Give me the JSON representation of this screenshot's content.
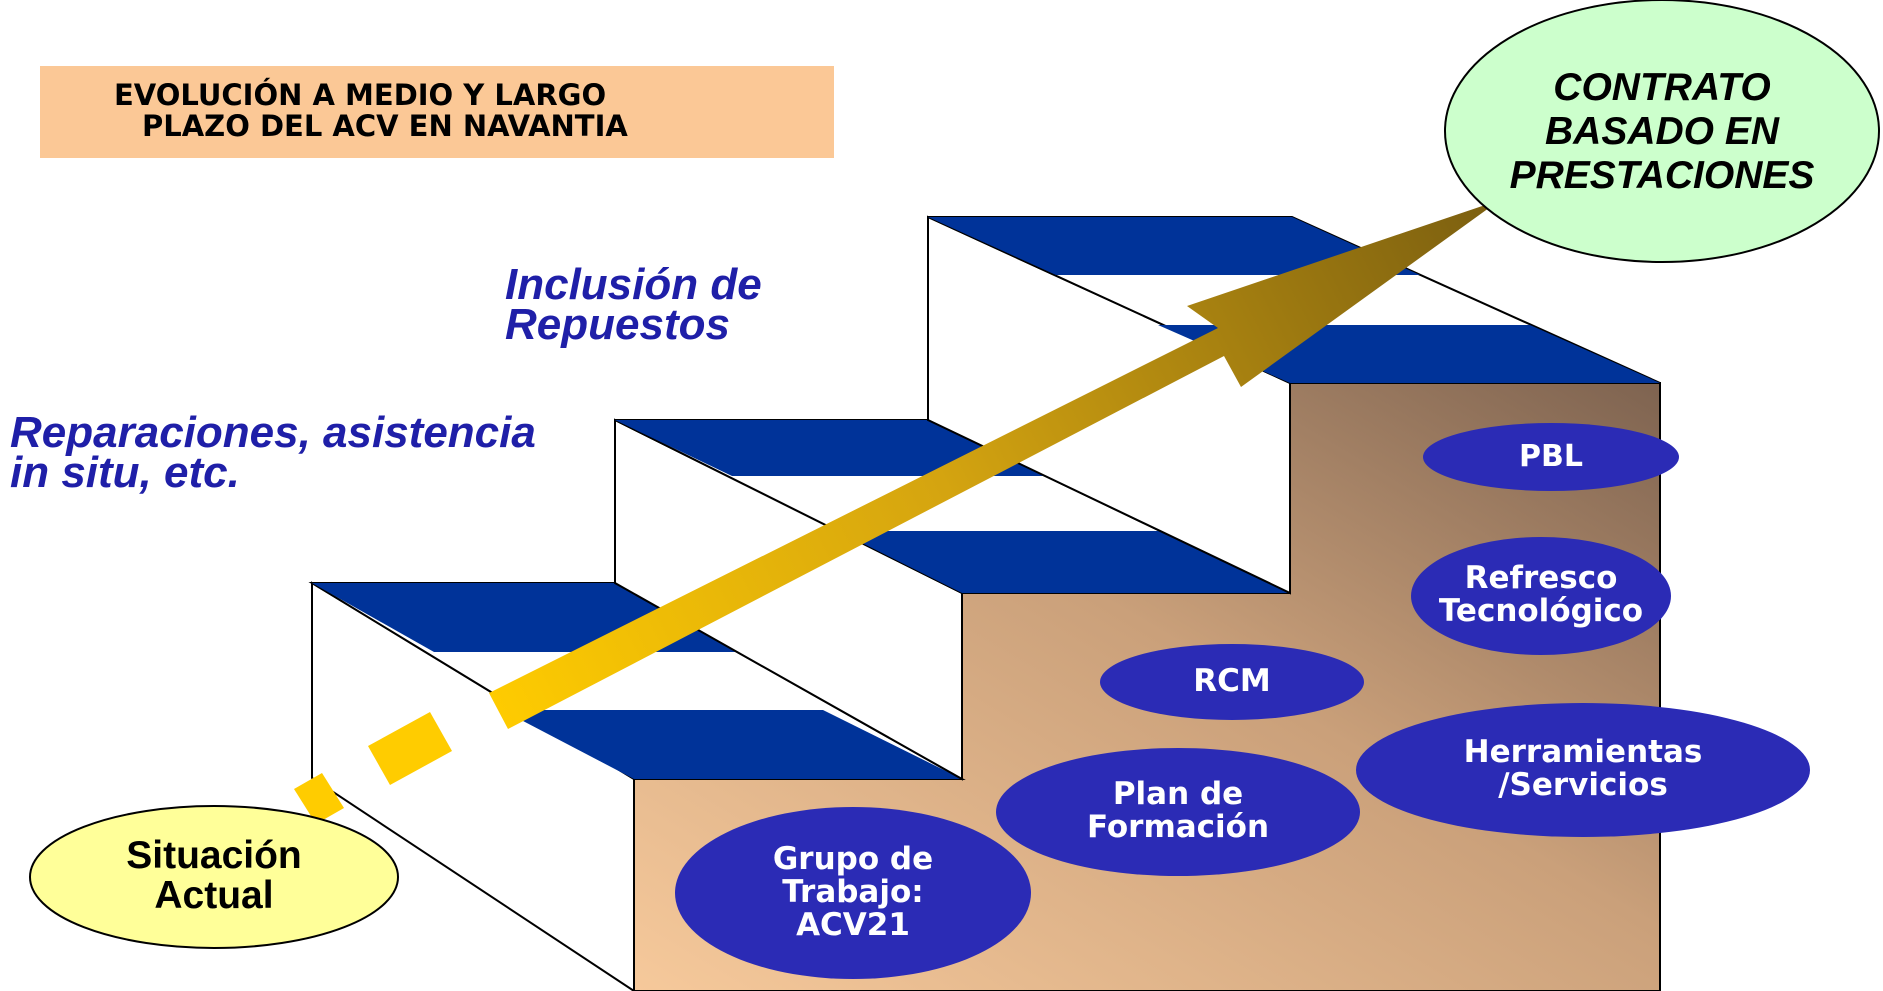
{
  "title": {
    "line1": "EVOLUCIÓN A MEDIO Y LARGO",
    "line2": "PLAZO DEL ACV EN NAVANTIA"
  },
  "stairs": {
    "upper_label": [
      "Inclusión de",
      "Repuestos"
    ],
    "middle_label": [
      "Reparaciones, asistencia",
      "in situ, etc."
    ]
  },
  "goal": [
    "CONTRATO",
    "BASADO EN",
    "PRESTACIONES"
  ],
  "current": [
    "Situación",
    "Actual"
  ],
  "initiatives": {
    "pbl": [
      "PBL"
    ],
    "refresco": [
      "Refresco",
      "Tecnológico"
    ],
    "rcm": [
      "RCM"
    ],
    "herramientas": [
      "Herramientas",
      "/Servicios"
    ],
    "plan": [
      "Plan de",
      "Formación"
    ],
    "grupo": [
      "Grupo de",
      "Trabajo:",
      "ACV21"
    ]
  },
  "colors": {
    "step_blue": "#003399",
    "initiative_fill": "#2b2bb5",
    "goal_fill": "#ccffcc",
    "current_fill": "#ffff99",
    "title_fill": "#fbc896",
    "label_text": "#1f1fa8",
    "arrow_start": "#ffcc00",
    "arrow_end": "#7a5e10",
    "wall_light": "#f5c79a",
    "wall_dark": "#7e6350"
  }
}
